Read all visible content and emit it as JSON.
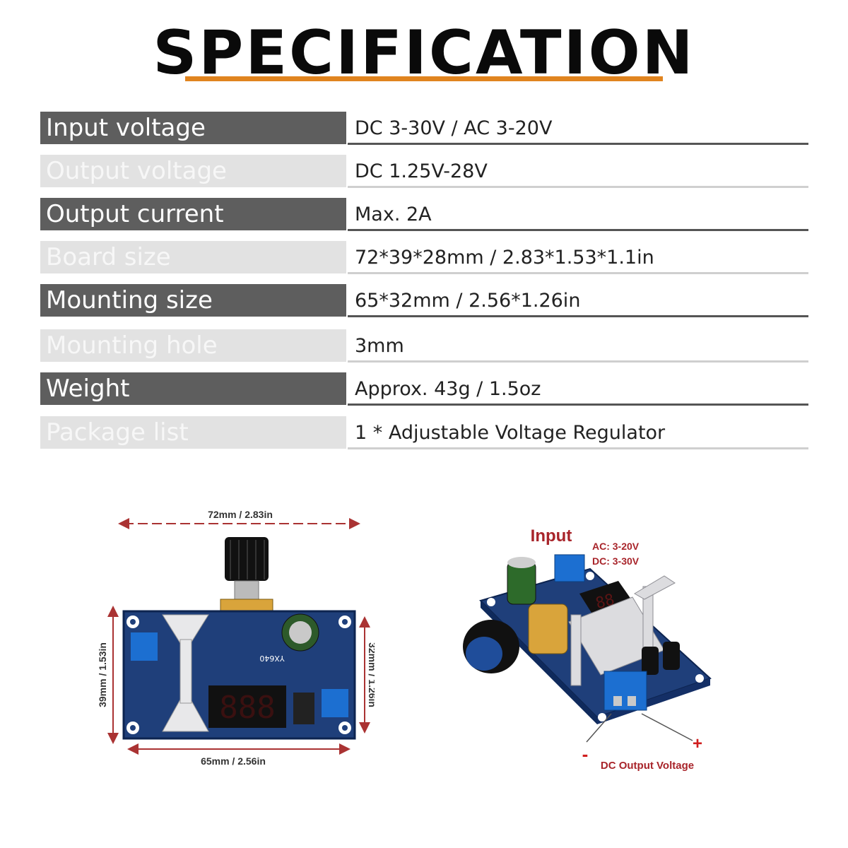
{
  "title": "SPECIFICATION",
  "accent_color": "#e0841f",
  "specs": [
    {
      "label": "Input voltage",
      "value": "DC 3-30V / AC 3-20V",
      "style": "dark"
    },
    {
      "label": "Output voltage",
      "value": "DC 1.25V-28V",
      "style": "light"
    },
    {
      "label": "Output current",
      "value": "Max. 2A",
      "style": "dark"
    },
    {
      "label": "Board size",
      "value": "72*39*28mm / 2.83*1.53*1.1in",
      "style": "light"
    },
    {
      "label": "Mounting size",
      "value": "65*32mm / 2.56*1.26in",
      "style": "dark"
    },
    {
      "label": "Mounting hole",
      "value": "3mm",
      "style": "light"
    },
    {
      "label": "Weight",
      "value": "Approx. 43g / 1.5oz",
      "style": "dark"
    },
    {
      "label": "Package list",
      "value": "1 * Adjustable Voltage Regulator",
      "style": "light"
    }
  ],
  "dimensions": {
    "width_label": "72mm / 2.83in",
    "height_label": "39mm / 1.53in",
    "mount_height_label": "32mm / 1.26in",
    "mount_width_label": "65mm / 2.56in",
    "board_model": "YX640"
  },
  "terminals": {
    "input_title": "Input",
    "ac_range": "AC: 3-20V",
    "dc_range": "DC: 3-30V",
    "minus": "-",
    "plus": "+",
    "output_label": "DC Output Voltage"
  }
}
